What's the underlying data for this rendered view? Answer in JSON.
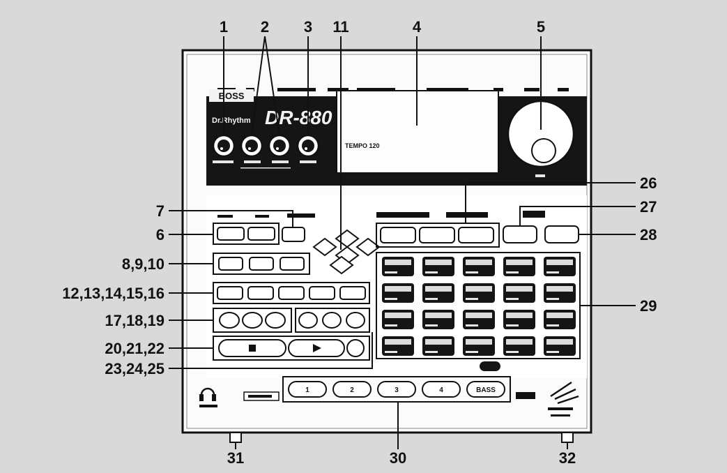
{
  "colors": {
    "background": "#d9d9d9",
    "panel": "#ffffff",
    "panel_dark": "#151515",
    "line": "#111111"
  },
  "device": {
    "brand_badge": "BOSS",
    "model_prefix": "Dr.Rhythm",
    "model": "DR-880",
    "display_text": "TEMPO 120"
  },
  "callouts": {
    "top": [
      "1",
      "2",
      "3",
      "11",
      "4",
      "5"
    ],
    "right": [
      "26",
      "27",
      "28",
      "29"
    ],
    "left": [
      "7",
      "6",
      "8,9,10",
      "12,13,14,15,16",
      "17,18,19",
      "20,21,22",
      "23,24,25"
    ],
    "bottom": [
      "31",
      "30",
      "32"
    ]
  },
  "pad_bank": {
    "rows": 4,
    "cols": 5
  },
  "pad_keys": [
    "1",
    "2",
    "3",
    "4",
    "BASS"
  ]
}
